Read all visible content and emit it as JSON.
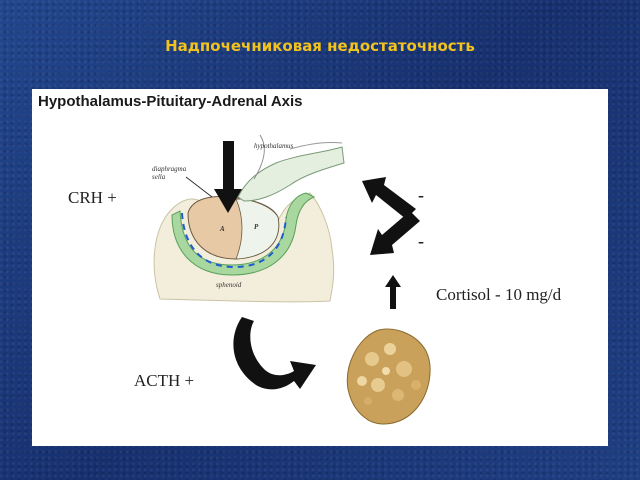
{
  "slide": {
    "title": "Надпочечниковая недостаточность"
  },
  "panel": {
    "title": "Hypothalamus-Pituitary-Adrenal Axis"
  },
  "labels": {
    "crh": "CRH +",
    "acth": "ACTH +",
    "cortisol": "Cortisol - 10 mg/d",
    "minus_top": "-",
    "minus_bottom": "-"
  },
  "anatomy": {
    "hypothalamus": "hypothalamus",
    "diaphragma": "diaphragma",
    "sella": "sella",
    "anterior": "A",
    "posterior": "P",
    "sphenoid": "sphenoid"
  }
}
